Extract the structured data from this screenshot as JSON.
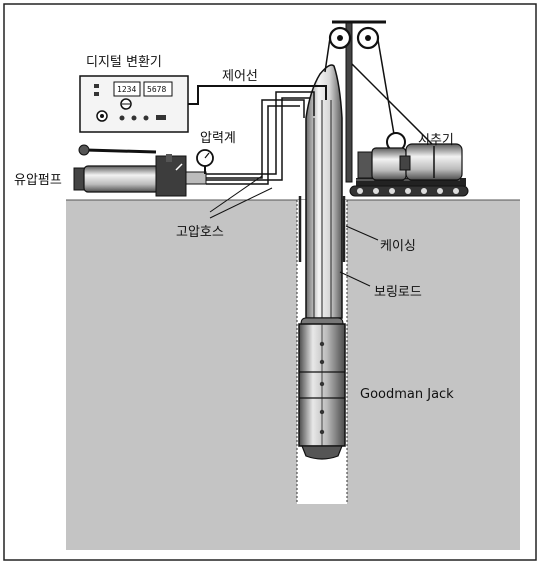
{
  "labels": {
    "digital_converter": "디지털 변환기",
    "control_wire": "제어선",
    "pressure_gauge": "압력계",
    "hydraulic_pump": "유압펌프",
    "high_pressure_hose": "고압호스",
    "casing": "케이싱",
    "boring_rod": "보링로드",
    "drilling_rig": "시추기",
    "goodman_jack": "Goodman Jack"
  },
  "display": {
    "left_readout": "1234",
    "right_readout": "5678"
  },
  "colors": {
    "ground": "#c4c4c4",
    "borehole": "#ffffff",
    "steel_light": "#efefef",
    "steel_dark": "#5a5a5a",
    "outline": "#111111"
  }
}
